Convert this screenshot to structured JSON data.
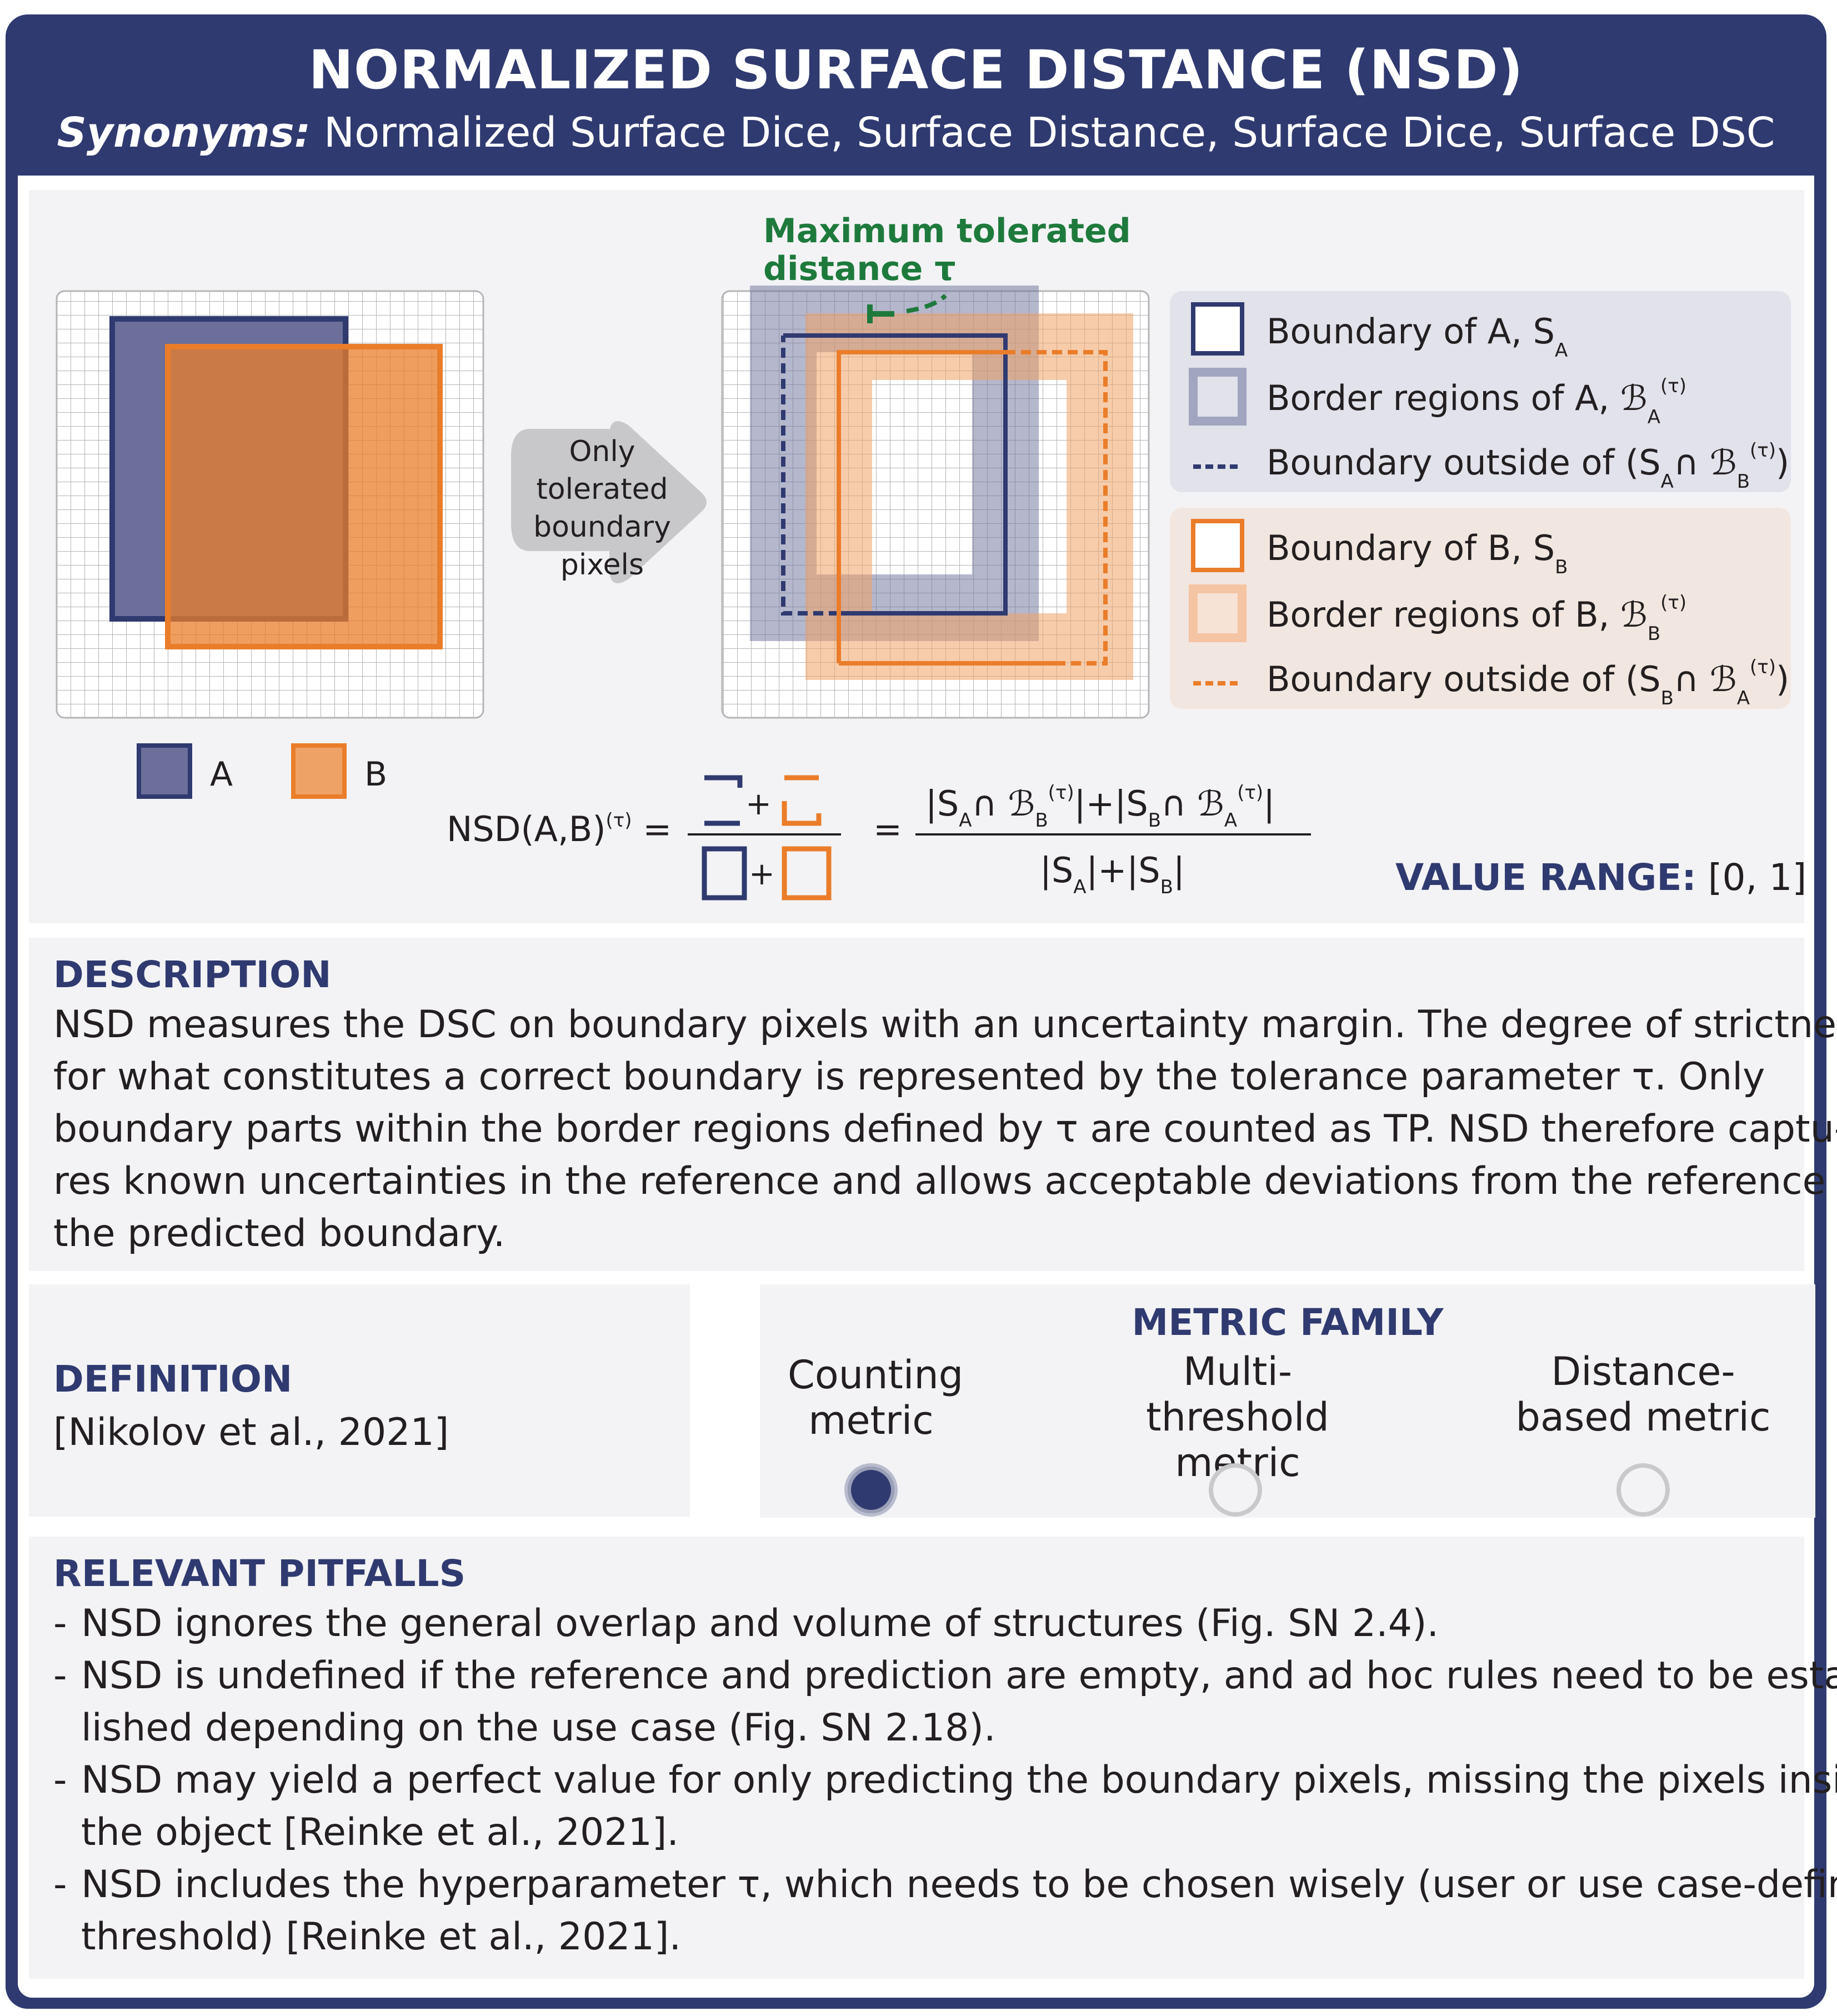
{
  "header": {
    "title": "NORMALIZED SURFACE DISTANCE (NSD)",
    "synonyms_label": "Synonyms:",
    "synonyms": "Normalized Surface Dice, Surface Distance, Surface Dice, Surface DSC"
  },
  "diagram": {
    "arrow_label": [
      "Only",
      "tolerated",
      "boundary",
      "pixels"
    ],
    "tolerance_label": [
      "Maximum tolerated",
      "distance τ"
    ],
    "legend_input": [
      {
        "label": "A",
        "color": "#6b6f9a"
      },
      {
        "label": "B",
        "color": "#efa266"
      }
    ],
    "legend_A": [
      {
        "text": "Boundary of A, S",
        "sub": "A"
      },
      {
        "text": "Border regions of A, ℬ",
        "sub": "A",
        "sup": "(τ)"
      },
      {
        "text": "Boundary outside of (S",
        "sub": "A",
        "text2": "∩ ℬ",
        "sub2": "B",
        "sup2": "(τ)",
        "text3": ")"
      }
    ],
    "legend_B": [
      {
        "text": "Boundary of B, S",
        "sub": "B"
      },
      {
        "text": "Border regions of B, ℬ",
        "sub": "B",
        "sup": "(τ)"
      },
      {
        "text": "Boundary outside of (S",
        "sub": "B",
        "text2": "∩ ℬ",
        "sub2": "A",
        "sup2": "(τ)",
        "text3": ")"
      }
    ],
    "formula_lhs": "NSD(A,B)",
    "formula_lhs_sup": "(τ)",
    "value_range_label": "VALUE RANGE:",
    "value_range": "[0, 1]",
    "value_arrow": "↑",
    "colors": {
      "navy": "#2f3a70",
      "orange": "#ea7d2a",
      "green": "#1e7a3c",
      "navy_fill": "#6b6f9a",
      "orange_fill": "#efa266"
    }
  },
  "description": {
    "heading": "DESCRIPTION",
    "lines": [
      "NSD measures the DSC on boundary pixels with an uncertainty margin. The degree of strictness",
      "for what constitutes a correct boundary is represented by the tolerance parameter τ. Only",
      "boundary parts within the border regions defined by  τ are counted as TP.  NSD therefore captu-",
      "res known uncertainties in the reference and allows acceptable deviations from the reference for",
      "the predicted boundary."
    ]
  },
  "definition": {
    "heading": "DEFINITION",
    "citation": "[Nikolov et al., 2021]"
  },
  "metric_family": {
    "heading": "METRIC FAMILY",
    "options": [
      {
        "label_lines": [
          "Counting",
          "metric"
        ],
        "selected": true
      },
      {
        "label_lines": [
          "Multi-threshold",
          "metric"
        ],
        "selected": false
      },
      {
        "label_lines": [
          "Distance-",
          "based metric"
        ],
        "selected": false
      }
    ]
  },
  "pitfalls": {
    "heading": "RELEVANT PITFALLS",
    "items": [
      [
        "NSD ignores the general overlap and volume of structures (Fig. SN 2.4)."
      ],
      [
        "NSD is undefined if the reference and prediction are empty, and ad hoc rules need to be estab-",
        "lished depending on the use case (Fig. SN 2.18)."
      ],
      [
        "NSD may yield a perfect value for only predicting the boundary pixels, missing the pixels inside",
        "the object [Reinke et al., 2021]."
      ],
      [
        "NSD includes the hyperparameter τ, which needs to be chosen wisely (user or use case-defined",
        "threshold) [Reinke et al., 2021]."
      ]
    ]
  }
}
